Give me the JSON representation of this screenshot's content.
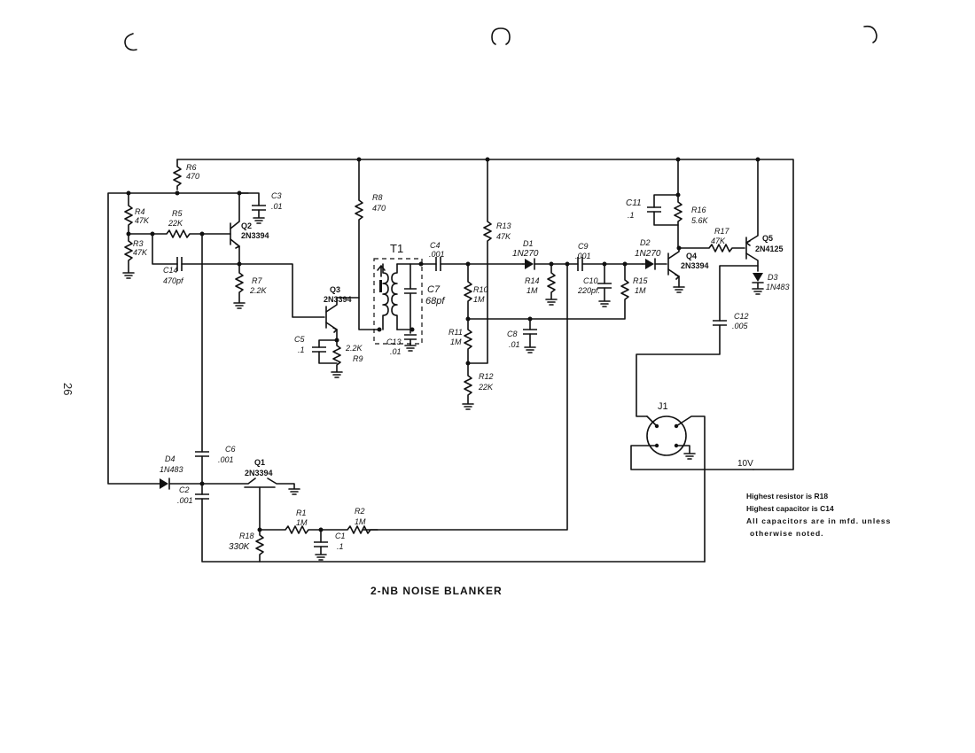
{
  "page_number": "26",
  "title": "2-NB NOISE BLANKER",
  "notes": [
    "Highest resistor is R18",
    "Highest capacitor is C14",
    "All capacitors are in mfd. unless",
    "otherwise noted."
  ],
  "components": {
    "R6": {
      "ref": "R6",
      "value": "470"
    },
    "R4": {
      "ref": "R4",
      "value": "47K"
    },
    "R3": {
      "ref": "R3",
      "value": "47K"
    },
    "R5": {
      "ref": "R5",
      "value": "22K"
    },
    "Q2": {
      "ref": "Q2",
      "value": "2N3394"
    },
    "C3": {
      "ref": "C3",
      "value": ".01"
    },
    "C14": {
      "ref": "C14",
      "value": "470pf"
    },
    "R7": {
      "ref": "R7",
      "value": "2.2K"
    },
    "R8": {
      "ref": "R8",
      "value": "470"
    },
    "Q3": {
      "ref": "Q3",
      "value": "2N3394"
    },
    "C5": {
      "ref": "C5",
      "value": ".1"
    },
    "R9": {
      "ref": "R9",
      "value": "2.2K"
    },
    "T1": {
      "ref": "T1"
    },
    "C4": {
      "ref": "C4",
      "value": ".001"
    },
    "C7": {
      "ref": "C7",
      "value": "68pf"
    },
    "C13": {
      "ref": "C13",
      "value": ".01"
    },
    "R13": {
      "ref": "R13",
      "value": "47K"
    },
    "R10": {
      "ref": "R10",
      "value": "1M"
    },
    "R11": {
      "ref": "R11",
      "value": "1M"
    },
    "R12": {
      "ref": "R12",
      "value": "22K"
    },
    "C8": {
      "ref": "C8",
      "value": ".01"
    },
    "D1": {
      "ref": "D1",
      "value": "1N270"
    },
    "R14": {
      "ref": "R14",
      "value": "1M"
    },
    "C9": {
      "ref": "C9",
      "value": ".001"
    },
    "C10": {
      "ref": "C10",
      "value": "220pf."
    },
    "R15": {
      "ref": "R15",
      "value": "1M"
    },
    "C11": {
      "ref": "C11",
      "value": ".1"
    },
    "D2": {
      "ref": "D2",
      "value": "1N270"
    },
    "Q4": {
      "ref": "Q4",
      "value": "2N3394"
    },
    "R16": {
      "ref": "R16",
      "value": "5.6K"
    },
    "R17": {
      "ref": "R17",
      "value": "47K"
    },
    "Q5": {
      "ref": "Q5",
      "value": "2N4125"
    },
    "D3": {
      "ref": "D3",
      "value": "1N483"
    },
    "C12": {
      "ref": "C12",
      "value": ".005"
    },
    "J1": {
      "ref": "J1"
    },
    "SUPPLY": {
      "value": "10V"
    },
    "D4": {
      "ref": "D4",
      "value": "1N483"
    },
    "C6": {
      "ref": "C6",
      "value": ".001"
    },
    "C2": {
      "ref": "C2",
      "value": ".001"
    },
    "Q1": {
      "ref": "Q1",
      "value": "2N3394"
    },
    "R18": {
      "ref": "R18",
      "value": "330K"
    },
    "R1": {
      "ref": "R1",
      "value": "1M"
    },
    "R2": {
      "ref": "R2",
      "value": "1M"
    },
    "C1": {
      "ref": "C1",
      "value": ".1"
    }
  }
}
